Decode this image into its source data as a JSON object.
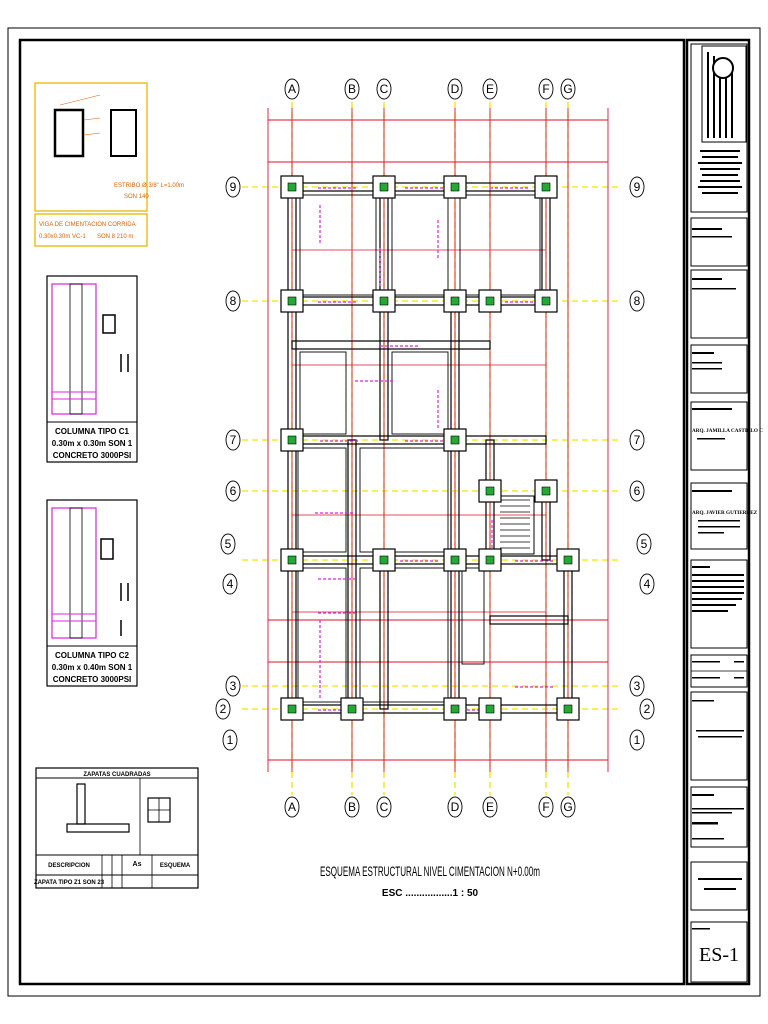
{
  "plan": {
    "title": "ESQUEMA ESTRUCTURAL NIVEL  CIMENTACION N+0.00m",
    "scale": "ESC .................1 : 50",
    "axes_letters": [
      "A",
      "B",
      "C",
      "D",
      "E",
      "F",
      "G"
    ],
    "axes_numbers": [
      "9",
      "8",
      "7",
      "6",
      "5",
      "4",
      "3",
      "2",
      "1"
    ]
  },
  "details": {
    "stirrup_note_1": "ESTRIBO  Ø 3/8\" L=1.00m",
    "stirrup_note_2": "SON  140",
    "beam_note_1": "VIGA DE CIMENTACION CORRIDA",
    "beam_note_2": "0.30x0.30m VC-1",
    "beam_note_3": "SON 8   210 m",
    "col_c1": [
      "COLUMNA TIPO C1",
      "0.30m x 0.30m SON 1",
      "CONCRETO 3000PSI"
    ],
    "col_c2": [
      "COLUMNA TIPO C2",
      "0.30m x 0.40m SON 1",
      "CONCRETO 3000PSI"
    ]
  },
  "footing_table": {
    "title": "ZAPATAS CUADRADAS",
    "headers": [
      "DESCRIPCION",
      "",
      "",
      "As",
      "ESQUEMA"
    ],
    "row": [
      "ZAPATA TIPO Z1 SON 23"
    ]
  },
  "title_block": {
    "sheet_code": "ES-1",
    "name_1": "ARQ. JAMILLA  CASTILLO C",
    "name_2": "ARQ. JAVIER   GUTIERREZ"
  },
  "colors": {
    "grid_yellow": "#f2e300",
    "beam_red": "#e0102a",
    "magenta": "#e020e0",
    "green": "#22aa33",
    "ink": "#000000"
  }
}
